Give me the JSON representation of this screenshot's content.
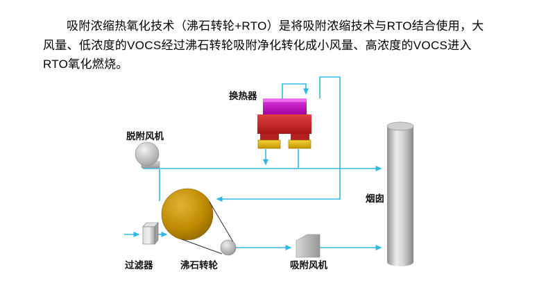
{
  "text_block": {
    "lines": [
      "吸附浓缩热氧化技术（沸石转轮+RTO）是将吸附浓缩技术与RTO结合使用，大",
      "风量、低浓度的VOCS经过沸石转轮吸附净化转化成小风量、高浓度的VOCS进入",
      "RTO氧化燃烧。"
    ]
  },
  "diagram": {
    "labels": {
      "heat_exchanger": "换热器",
      "desorption_fan": "脱附风机",
      "chimney": "烟囱",
      "filter": "过滤器",
      "zeolite_rotor": "沸石转轮",
      "adsorption_fan": "吸附风机"
    },
    "colors": {
      "arrow": "#2FB8E6",
      "hx_top": "#C516C5",
      "hx_body": "#C62828",
      "hx_base": "#E8B80A",
      "rotor": "#BE8A00",
      "equipment_gray": "#B5B5B5",
      "text": "#000000"
    }
  }
}
